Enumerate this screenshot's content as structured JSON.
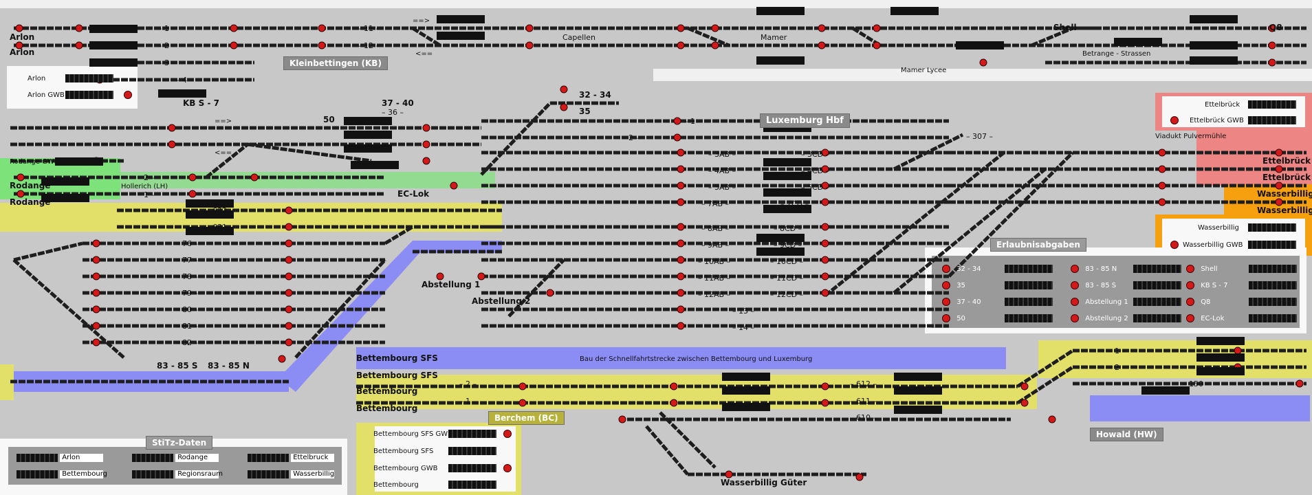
{
  "colors": {
    "background": "#c8c8c8",
    "track": "#1e1e1e",
    "signal": "#d21a1a",
    "green_zone": "#7de27a",
    "yellow_zone": "#e3e06a",
    "blue_zone": "#8c8cf5",
    "orange_zone": "#f6a010",
    "pink_zone": "#ee8585"
  },
  "stations": {
    "kleinbettingen": "Kleinbettingen (KB)",
    "luxemburg": "Luxemburg Hbf",
    "berchem": "Berchem (BC)",
    "howald": "Howald (HW)",
    "erlaubnis": "Erlaubnisabgaben",
    "stitz": "StiTz-Daten"
  },
  "labels": {
    "arlon1": "Arlon",
    "arlon2": "Arlon",
    "capellen": "Capellen",
    "mamer": "Mamer",
    "mamer_lycee": "Mamer Lycee",
    "shell": "Shell",
    "q8": "Q8",
    "betrange": "Betrange - Strassen",
    "ks": "KB S - 7",
    "r3234": "32 - 34",
    "r35": "35",
    "r3740": "37 - 40",
    "r36": "– 36 –",
    "r50": "50",
    "rodange_gwb": "Rodange GWB",
    "rodange1": "Rodange",
    "rodange2": "Rodange",
    "hollerich": "Hollerich (LH)",
    "eclok": "EC-Lok",
    "abst1": "Abstellung 1",
    "abst2": "Abstellung 2",
    "ettelbruck_a": "Ettelbrück",
    "ettelbruck_gwb": "Ettelbrück GWB",
    "viadukt": "Viadukt Pulvermühle",
    "ettelbruck_b": "Ettelbrück",
    "ettelbruck_c": "Ettelbrück",
    "wasserbillig_a": "Wasserbillig",
    "wasserbillig_b": "Wasserbillig",
    "wasserbillig_c": "Wasserbillig",
    "wasserbillig_gwb": "Wasserbillig GWB",
    "r8385s": "83 - 85 S",
    "r8385n": "83 - 85 N",
    "bett_sfs1": "Bettembourg SFS",
    "bett_sfs2": "Bettembourg SFS",
    "bett1": "Bettembourg",
    "bett2": "Bettembourg",
    "bau": "Bau der Schnellfahrtstrecke  zwischen Bettembourg  und Luxemburg",
    "wass_guter": "Wasserbillig Güter",
    "bsfs_gwb": "Bettembourg SFS GWB",
    "bsfs": "Bettembourg SFS",
    "bgwb": "Bettembourg GWB",
    "bett3": "Bettembourg",
    "arlon_p": "Arlon",
    "arlon_gwb_p": "Arlon GWB",
    "mid307": "– 307 –",
    "t1": "– 1 –",
    "t2": "– 2 –",
    "t3": "– 3 –",
    "t4": "– 4 –",
    "t11": "– 11 –",
    "t12": "– 12 –",
    "arrow1": "==>",
    "arrow2": "<==",
    "arrow3": "==>",
    "arrow4": "<==",
    "lh2": "– 2 –",
    "lh1": "– 1 –",
    "t632": "– 632 –",
    "t631": "– 631 –",
    "t76": "– 76 –",
    "t77": "– 77 –",
    "t78": "– 78 –",
    "t79": "– 79 –",
    "t80": "– 80 –",
    "t81": "– 81 –",
    "t82": "– 82 –",
    "h1": "– 1 –",
    "h2": "– 2 –",
    "ab3": "– 3AB –",
    "ab4": "– 4AB –",
    "ab5": "– 5AB –",
    "ab7": "– 7AB –",
    "ab8": "– 8AB –",
    "ab9": "– 9AB –",
    "ab10": "– 10AB –",
    "ab11": "– 11AB –",
    "ab12": "– 12AB –",
    "t13": "– 13 –",
    "t14": "– 14 –",
    "cd3": "– 3CD –",
    "cd4": "– 4CD –",
    "cd5": "– 5CD –",
    "cd7": "– 7CD –",
    "cd8": "– 8CD –",
    "cd9": "– 9CD –",
    "cd10": "– 10CD –",
    "cd11": "– 11CD –",
    "cd12": "– 12CD –",
    "b2": "– 2 –",
    "b1": "– 1 –",
    "t612": "– 612 –",
    "t611": "– 611 –",
    "t610": "– 610 –",
    "hw1": "– 1 –",
    "hw2": "– 2 –",
    "hw150": "– 150 –"
  },
  "erlaubnis": [
    [
      "32 - 34",
      "83 - 85 N",
      "Shell"
    ],
    [
      "35",
      "83 - 85 S",
      "KB S - 7"
    ],
    [
      "37 - 40",
      "Abstellung 1",
      "Q8"
    ],
    [
      "50",
      "Abstellung 2",
      "EC-Lok"
    ]
  ],
  "stitz": [
    [
      "Arlon",
      "Rodange",
      "Ettelbruck"
    ],
    [
      "Bettembourg",
      "Regionsraum",
      "Wasserbillig"
    ]
  ]
}
